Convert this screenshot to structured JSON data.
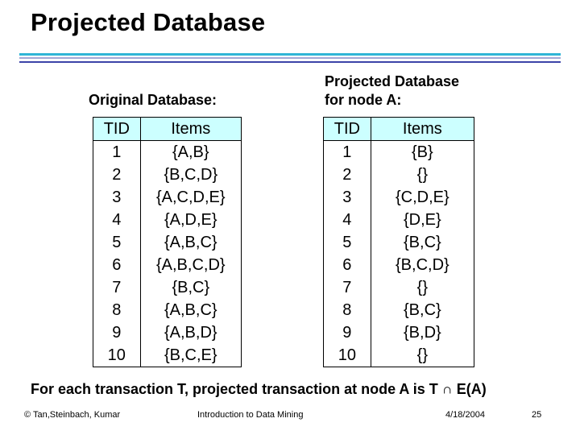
{
  "title": "Projected Database",
  "left": {
    "label": "Original Database:",
    "headers": [
      "TID",
      "Items"
    ],
    "rows": [
      [
        "1",
        "{A,B}"
      ],
      [
        "2",
        "{B,C,D}"
      ],
      [
        "3",
        "{A,C,D,E}"
      ],
      [
        "4",
        "{A,D,E}"
      ],
      [
        "5",
        "{A,B,C}"
      ],
      [
        "6",
        "{A,B,C,D}"
      ],
      [
        "7",
        "{B,C}"
      ],
      [
        "8",
        "{A,B,C}"
      ],
      [
        "9",
        "{A,B,D}"
      ],
      [
        "10",
        "{B,C,E}"
      ]
    ]
  },
  "right": {
    "label_line1": "Projected Database",
    "label_line2": "for node A:",
    "headers": [
      "TID",
      "Items"
    ],
    "rows": [
      [
        "1",
        "{B}"
      ],
      [
        "2",
        "{}"
      ],
      [
        "3",
        "{C,D,E}"
      ],
      [
        "4",
        "{D,E}"
      ],
      [
        "5",
        "{B,C}"
      ],
      [
        "6",
        "{B,C,D}"
      ],
      [
        "7",
        "{}"
      ],
      [
        "8",
        "{B,C}"
      ],
      [
        "9",
        "{B,D}"
      ],
      [
        "10",
        "{}"
      ]
    ]
  },
  "caption": {
    "text": "For each transaction T, projected transaction at node A is T",
    "symbol": "∩",
    "suffix": "E(A)"
  },
  "footer": {
    "copyright": "© Tan,Steinbach, Kumar",
    "course": "Introduction to Data Mining",
    "date": "4/18/2004",
    "page": "25"
  },
  "colors": {
    "header_bg": "#ccffff",
    "rule_cyan": "#2fb5d6",
    "rule_lavender": "#a2a8d6",
    "rule_blue": "#3c44a8"
  }
}
